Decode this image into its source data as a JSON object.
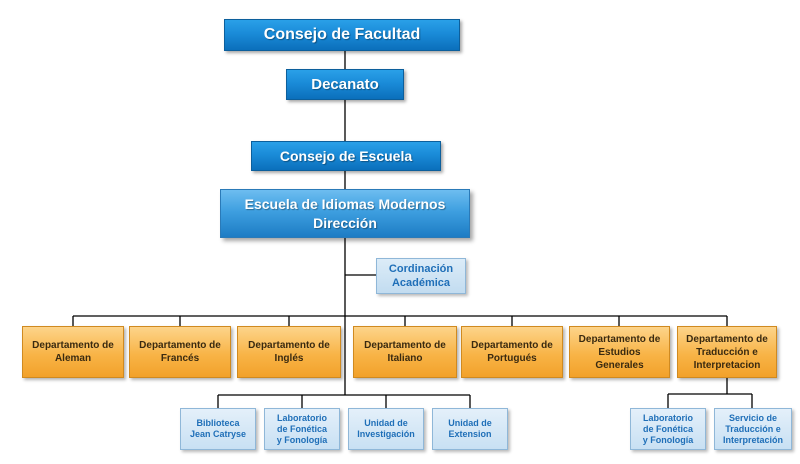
{
  "chart_title": "",
  "top": {
    "consejo_facultad": "Consejo de Facultad",
    "decanato": "Decanato",
    "consejo_escuela": "Consejo de Escuela",
    "escuela_line1": "Escuela de Idiomas Modernos",
    "escuela_line2": "Dirección"
  },
  "coordinacion": "Cordinación\nAcadémica",
  "departments": [
    "Departamento de\nAleman",
    "Departamento de\nFrancés",
    "Departamento de\nInglés",
    "Departamento de\nItaliano",
    "Departamento de\nPortugués",
    "Departamento de\nEstudios\nGenerales",
    "Departamento de\nTraducción e\nInterpretacion"
  ],
  "units": [
    "Biblioteca\nJean Catryse",
    "Laboratorio\nde Fonética\ny Fonología",
    "Unidad de\nInvestigación",
    "Unidad de\nExtension"
  ],
  "translation_units": [
    "Laboratorio\nde Fonética\ny Fonología",
    "Servicio de\nTraducción e\nInterpretación"
  ],
  "colors": {
    "primary_blue": "#1a8bd8",
    "light_blue": "#c2dcf0",
    "orange": "#f8b447",
    "line": "#000000"
  }
}
